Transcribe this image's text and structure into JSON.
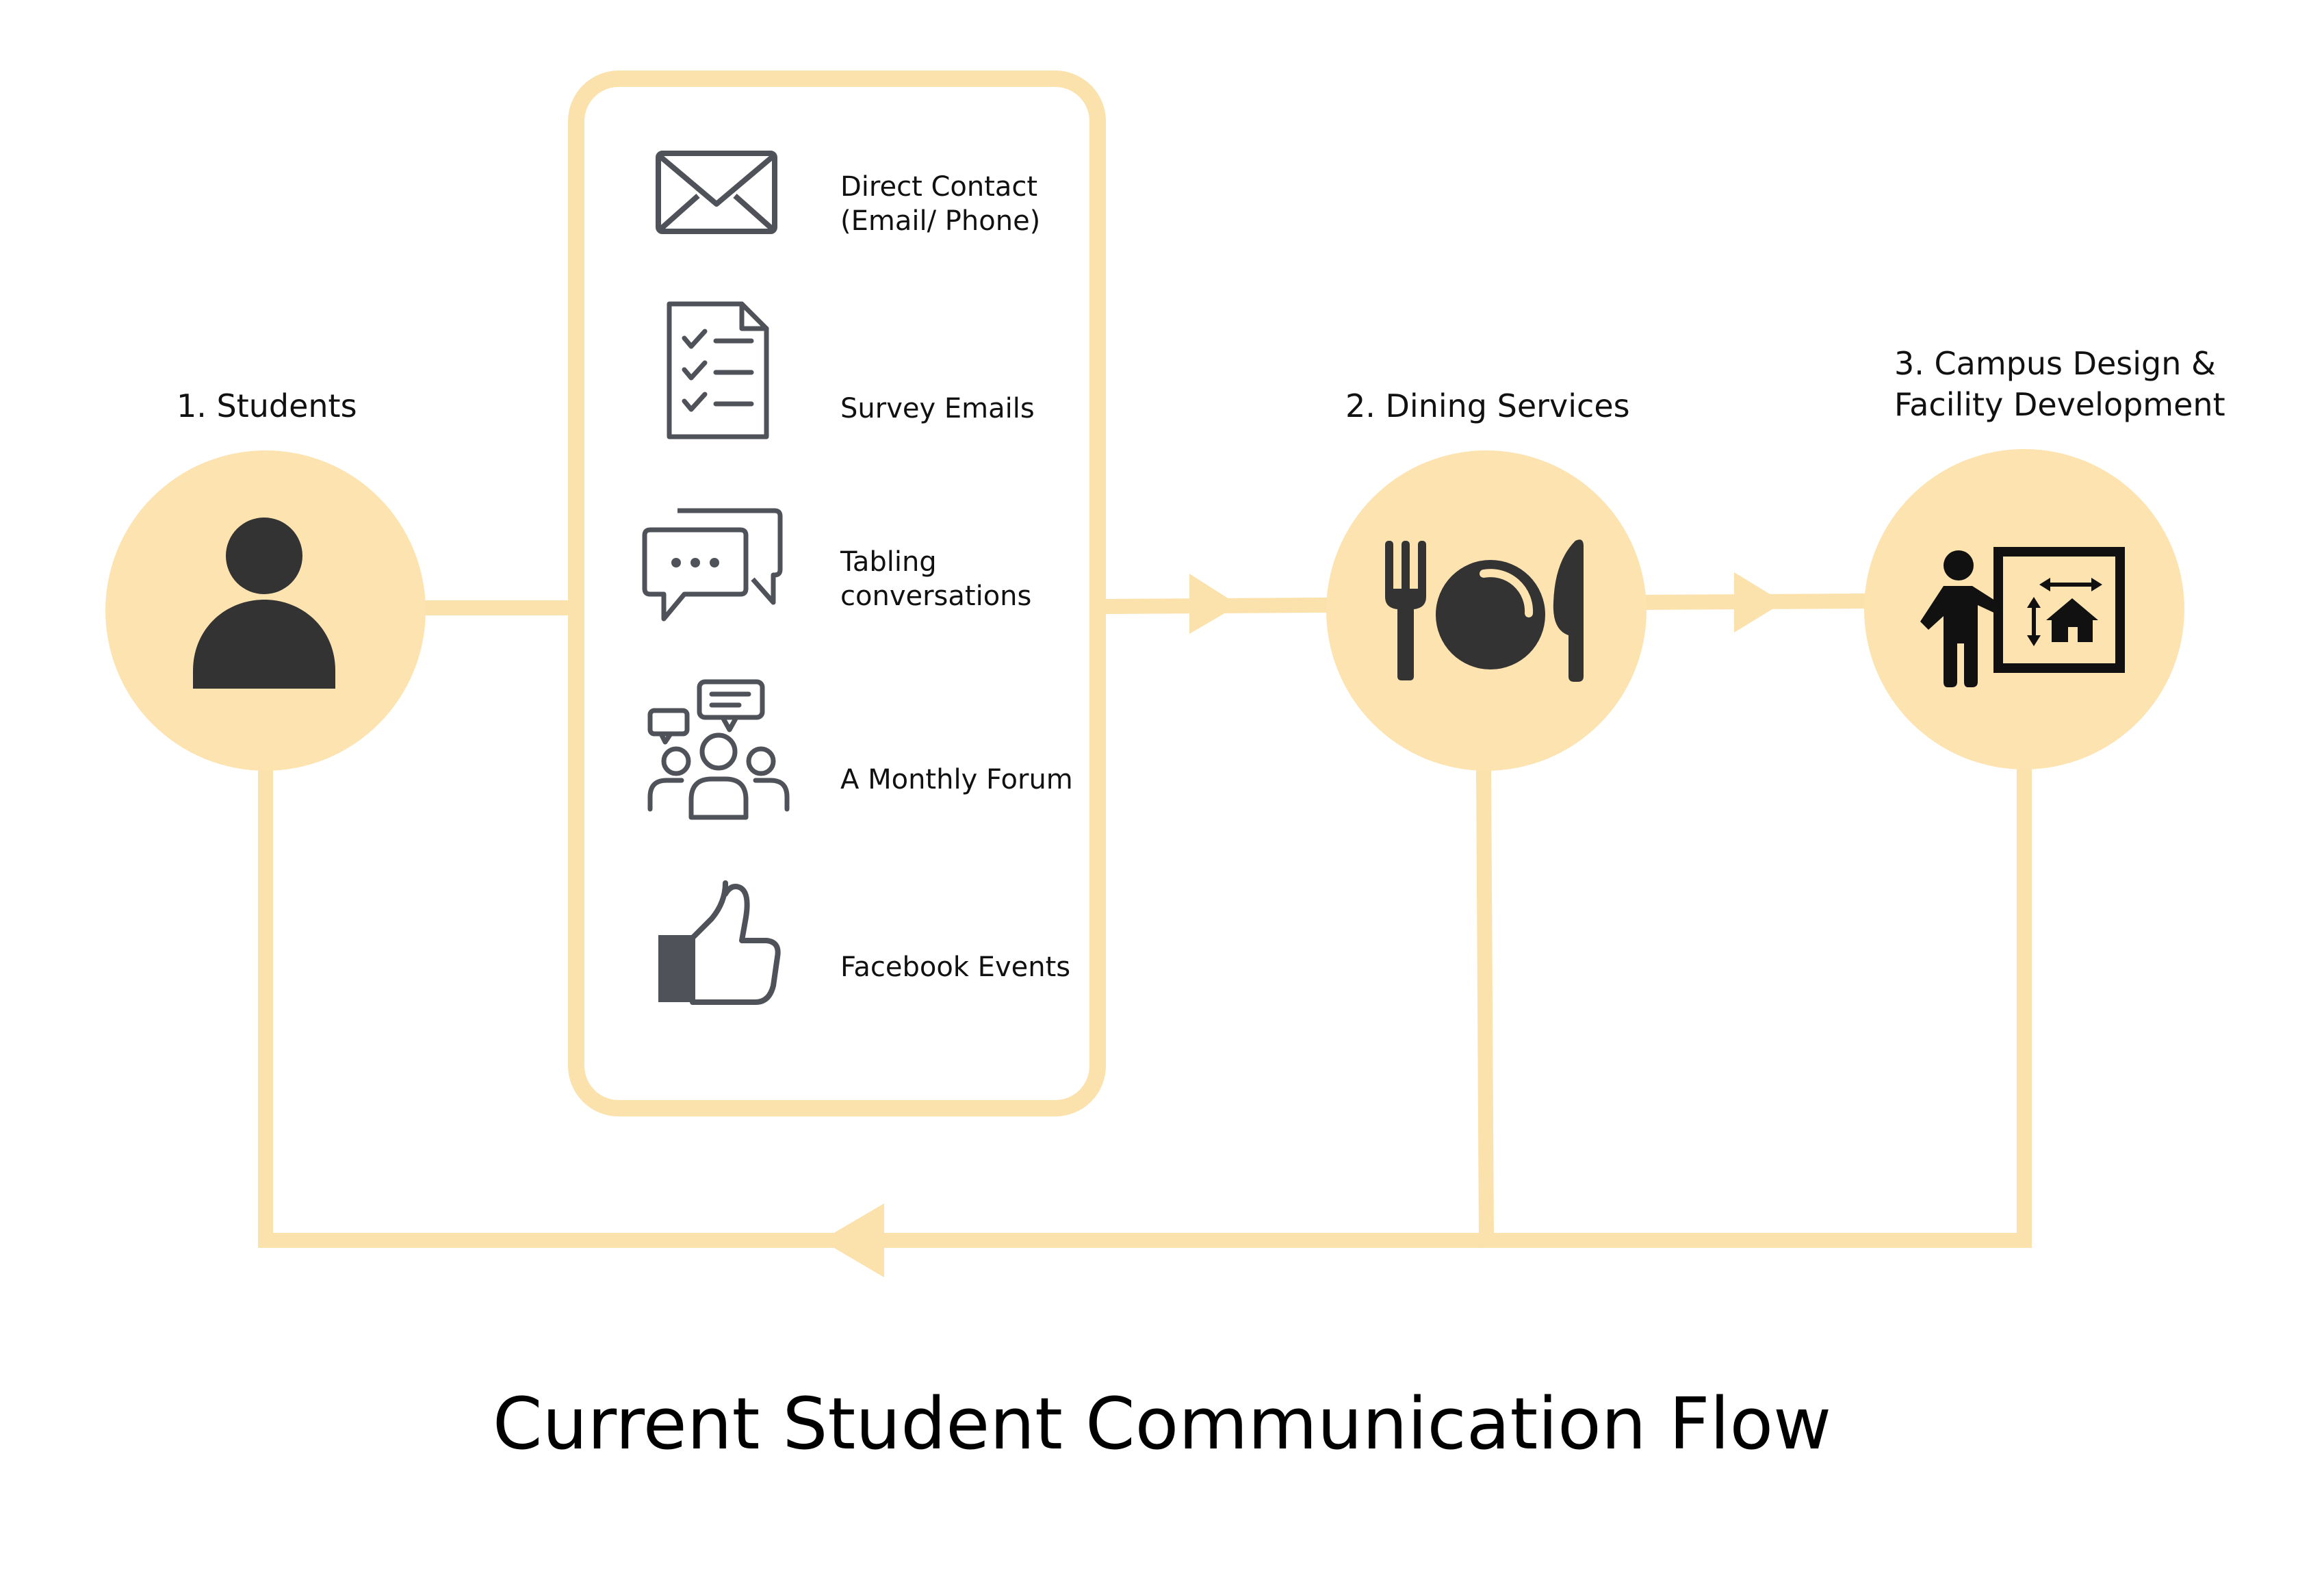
{
  "title": "Current Student Communication Flow",
  "colors": {
    "flow_line": "#FBE1AC",
    "node_fill": "#FDE3B0",
    "icon_dark": "#333333",
    "channel_icon": "#4F5258"
  },
  "nodes": [
    {
      "id": "students",
      "label": "1. Students",
      "icon": "person-icon"
    },
    {
      "id": "dining",
      "label": "2. Dining Services",
      "icon": "plate-cutlery-icon"
    },
    {
      "id": "campus",
      "label_line1": "3. Campus Design &",
      "label_line2": "Facility Development",
      "icon": "facility-planning-icon"
    }
  ],
  "channels": [
    {
      "label_line1": "Direct Contact",
      "label_line2": "(Email/ Phone)",
      "icon": "envelope-icon"
    },
    {
      "label": "Survey Emails",
      "icon": "checklist-icon"
    },
    {
      "label_line1": "Tabling",
      "label_line2": "conversations",
      "icon": "chat-bubbles-icon"
    },
    {
      "label": "A Monthly Forum",
      "icon": "group-discussion-icon"
    },
    {
      "label": "Facebook Events",
      "icon": "thumbs-up-icon"
    }
  ]
}
